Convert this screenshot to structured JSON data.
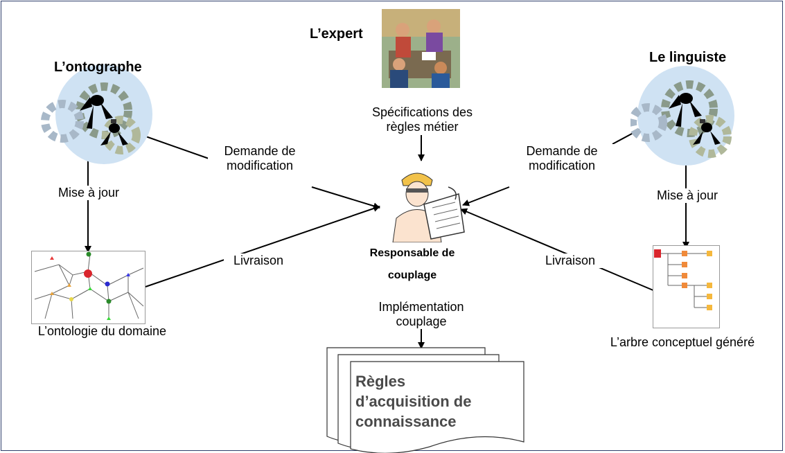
{
  "roles": {
    "ontographe": "L’ontographe",
    "expert": "L’expert",
    "linguiste": "Le linguiste"
  },
  "flows": {
    "specifications": "Spécifications des\nrègles métier",
    "demande_left": "Demande de\nmodification",
    "demande_right": "Demande de\nmodification",
    "mise_a_jour_left": "Mise à jour",
    "mise_a_jour_right": "Mise à jour",
    "livraison_left": "Livraison",
    "livraison_right": "Livraison",
    "implementation": "Implémentation\ncouplage"
  },
  "center": {
    "role": "Responsable de\ncouplage"
  },
  "artifacts": {
    "ontologie": "L’ontologie du domaine",
    "arbre": "L’arbre conceptuel généré",
    "regles": "Règles\nd’acquisition de\nconnaissance"
  },
  "colors": {
    "frame": "#2e3f6b",
    "gear_bg": "#cfe2f3",
    "gear": "#8a9a8a",
    "tree_node_red": "#d9252c",
    "tree_node_orange": "#f08a3a",
    "tree_node_yellow": "#f5b83d"
  }
}
